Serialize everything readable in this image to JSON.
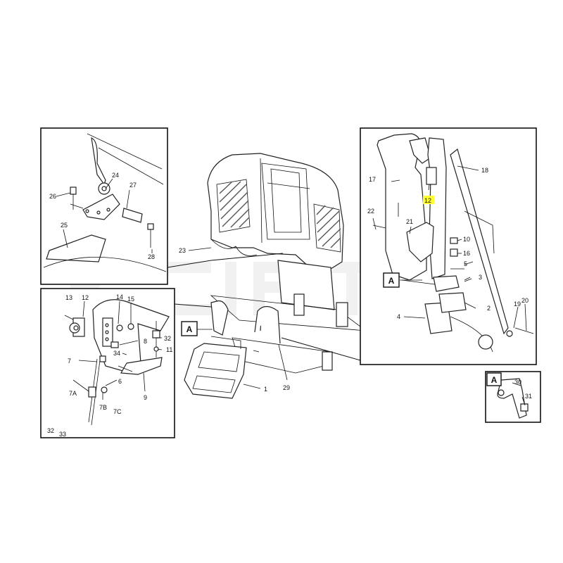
{
  "colors": {
    "line": "#111111",
    "highlight": "#ffff33",
    "watermark": "#e3e3e3"
  },
  "callouts": {
    "p1": "1",
    "p2": "2",
    "p3": "3",
    "p4": "4",
    "p5": "5",
    "p6": "6",
    "p7": "7",
    "p7a": "7A",
    "p7b": "7B",
    "p7c": "7C",
    "p8": "8",
    "p9": "9",
    "p10": "10",
    "p11": "11",
    "p12_left": "12",
    "p12_right": "12",
    "p13": "13",
    "p14": "14",
    "p15": "15",
    "p16": "16",
    "p17": "17",
    "p18": "18",
    "p19": "19",
    "p20": "20",
    "p21": "21",
    "p22": "22",
    "p23": "23",
    "p24": "24",
    "p25": "25",
    "p26": "26",
    "p27": "27",
    "p28": "28",
    "p29": "29",
    "p30": "30",
    "p31": "31",
    "p32_left": "32",
    "p32_bottom": "32",
    "p33": "33",
    "p34": "34"
  },
  "view_markers": {
    "main_a": "A",
    "right_a": "A",
    "inset_a": "A"
  }
}
